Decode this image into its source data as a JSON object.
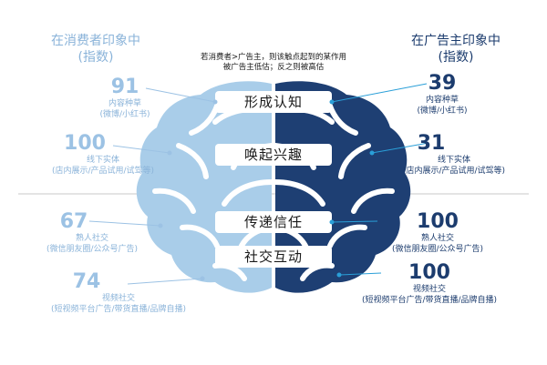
{
  "header_left": {
    "line1": "在消费者印象中",
    "line2": "(指数)"
  },
  "header_right": {
    "line1": "在广告主印象中",
    "line2": "(指数)"
  },
  "note": {
    "line1": "若消费者>广告主，则该触点起到的某作用",
    "line2": "被广告主低估；反之则被高估"
  },
  "stages": [
    "形成认知",
    "唤起兴趣",
    "传递信任",
    "社交互动"
  ],
  "touchpoints": [
    {
      "name": "内容种草",
      "sub": "(微博/小红书)",
      "consumer": 91,
      "advertiser": 39
    },
    {
      "name": "线下实体",
      "sub": "(店内展示/产品试用/试驾等)",
      "consumer": 100,
      "advertiser": 31
    },
    {
      "name": "熟人社交",
      "sub": "(微信朋友圈/公众号广告)",
      "consumer": 67,
      "advertiser": 100
    },
    {
      "name": "视频社交",
      "sub": "(短视频平台广告/带货直播/品牌自播)",
      "consumer": 74,
      "advertiser": 100
    }
  ],
  "colors": {
    "left_brain": "#a9cde9",
    "right_brain": "#1e3f73",
    "left_text": "#8ab3d9",
    "right_text": "#1c3c6e",
    "center_band": "#ffffff"
  }
}
